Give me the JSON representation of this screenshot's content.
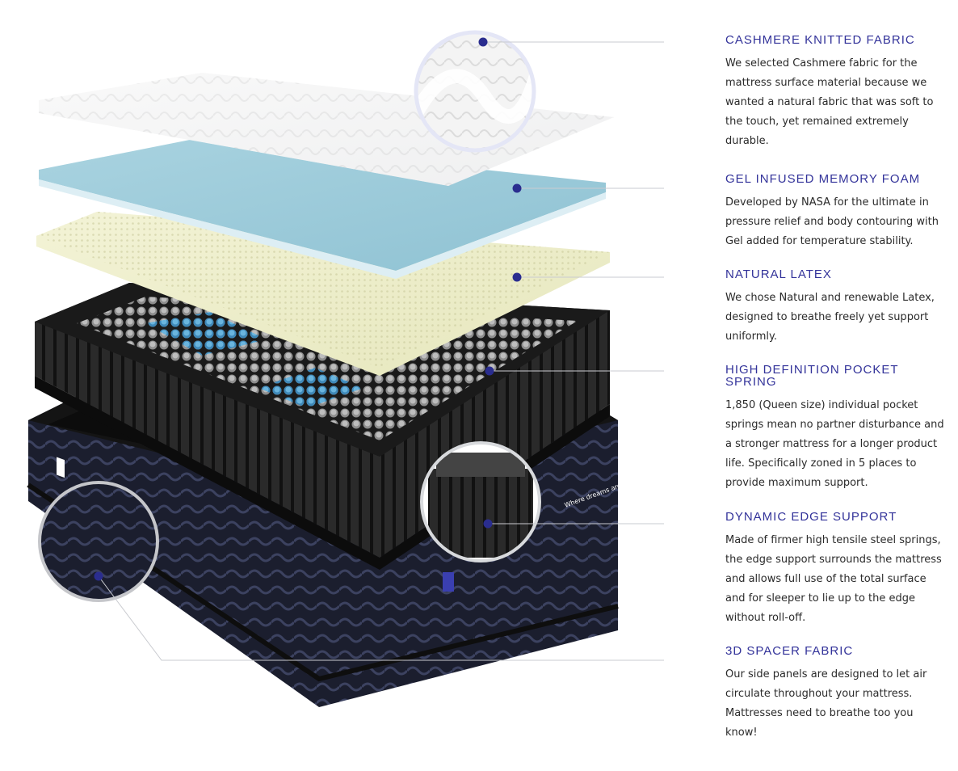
{
  "accent_color": "#33339a",
  "dot_color": "#2a2d8f",
  "features": [
    {
      "icon": "cashmere-fabric-callout",
      "title": "CASHMERE KNITTED FABRIC",
      "body": "We selected Cashmere fabric for the mattress surface material because we wanted a natural fabric that was soft to the touch, yet remained extremely durable."
    },
    {
      "icon": "gel-foam-callout",
      "title": "GEL INFUSED MEMORY FOAM",
      "body": "Developed by NASA for the ultimate in pressure relief and body contouring with Gel added for temperature stability."
    },
    {
      "icon": "latex-callout",
      "title": "NATURAL LATEX",
      "body": "We chose Natural and renewable Latex, designed to breathe freely yet support uniformly."
    },
    {
      "icon": "pocket-spring-callout",
      "title": "HIGH DEFINITION POCKET SPRING",
      "body": "1,850 (Queen size) individual pocket springs mean no partner disturbance and a stronger mattress for a longer product life. Specifically zoned in 5 places to provide maximum support."
    },
    {
      "icon": "edge-support-callout",
      "title": "DYNAMIC EDGE SUPPORT",
      "body": "Made of firmer high tensile steel springs, the edge support surrounds the mattress and allows full use of the total surface and for sleeper to lie up to the edge without roll-off."
    },
    {
      "icon": "spacer-fabric-callout",
      "title": "3D SPACER FABRIC",
      "body": "Our side panels are designed to let air circulate throughout your mattress. Mattresses need to breathe too you know!"
    }
  ],
  "product_tagline": "Where dreams are made"
}
